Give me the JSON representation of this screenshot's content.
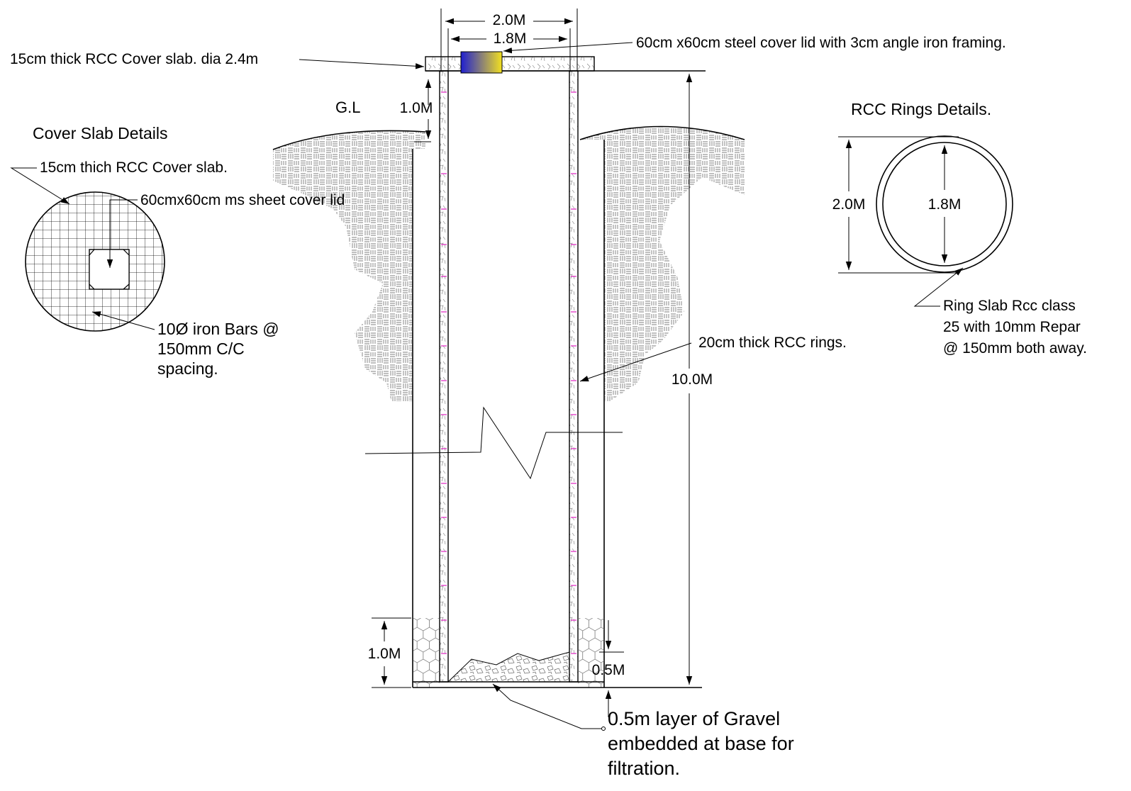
{
  "colors": {
    "ink": "#000000",
    "lid_gradient_start": "#1f1fd0",
    "lid_gradient_end": "#f2e020",
    "ring_joint": "#e020c0",
    "hatch": "#444444"
  },
  "labels": {
    "outer_dia_top": "2.0M",
    "inner_dia_top": "1.8M",
    "steel_lid": "60cm x60cm steel cover lid with 3cm angle iron framing.",
    "cover_slab": "15cm thick RCC Cover slab. dia 2.4m",
    "ground_level": "G.L",
    "above_ground": "1.0M",
    "total_depth": "10.0M",
    "rcc_rings": "20cm thick RCC rings.",
    "bottom_fill": "1.0M",
    "gravel_depth": "0.5M",
    "gravel_note": [
      "0.5m  layer of Gravel",
      "embedded at base for",
      "filtration."
    ]
  },
  "cover_slab_detail": {
    "title": "Cover Slab Details",
    "slab_note": "15cm thich RCC Cover slab.",
    "lid_note": "60cmx60cm ms sheet cover lid",
    "bars_note": [
      "10Ø iron Bars @",
      "150mm C/C",
      "spacing."
    ]
  },
  "ring_detail": {
    "title": "RCC Rings Details.",
    "outer_dia": "2.0M",
    "inner_dia": "1.8M",
    "note": [
      "Ring Slab Rcc class",
      "25 with 10mm Repar",
      "@ 150mm both away."
    ]
  }
}
